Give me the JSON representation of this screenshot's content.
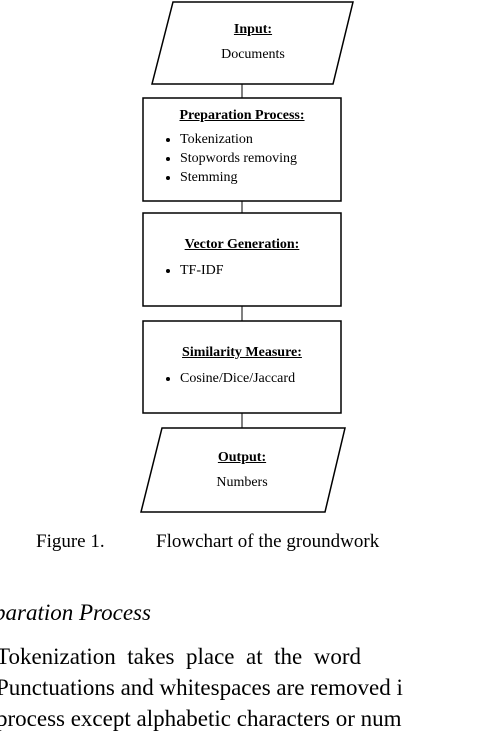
{
  "flowchart": {
    "input": {
      "heading": "Input:",
      "text": "Documents"
    },
    "preparation": {
      "heading": "Preparation Process:",
      "items": [
        "Tokenization",
        "Stopwords removing",
        "Stemming"
      ]
    },
    "vector": {
      "heading": "Vector Generation:",
      "items": [
        "TF-IDF"
      ]
    },
    "similarity": {
      "heading": "Similarity Measure:",
      "items": [
        "Cosine/Dice/Jaccard"
      ]
    },
    "output": {
      "heading": "Output:",
      "text": "Numbers"
    }
  },
  "caption": {
    "label": "Figure 1.",
    "text": "Flowchart of the groundwork"
  },
  "section_heading": "paration Process",
  "body_lines": [
    "Tokenization  takes  place  at  the  word",
    "Punctuations and whitespaces are removed i",
    "process except alphabetic characters or num"
  ]
}
